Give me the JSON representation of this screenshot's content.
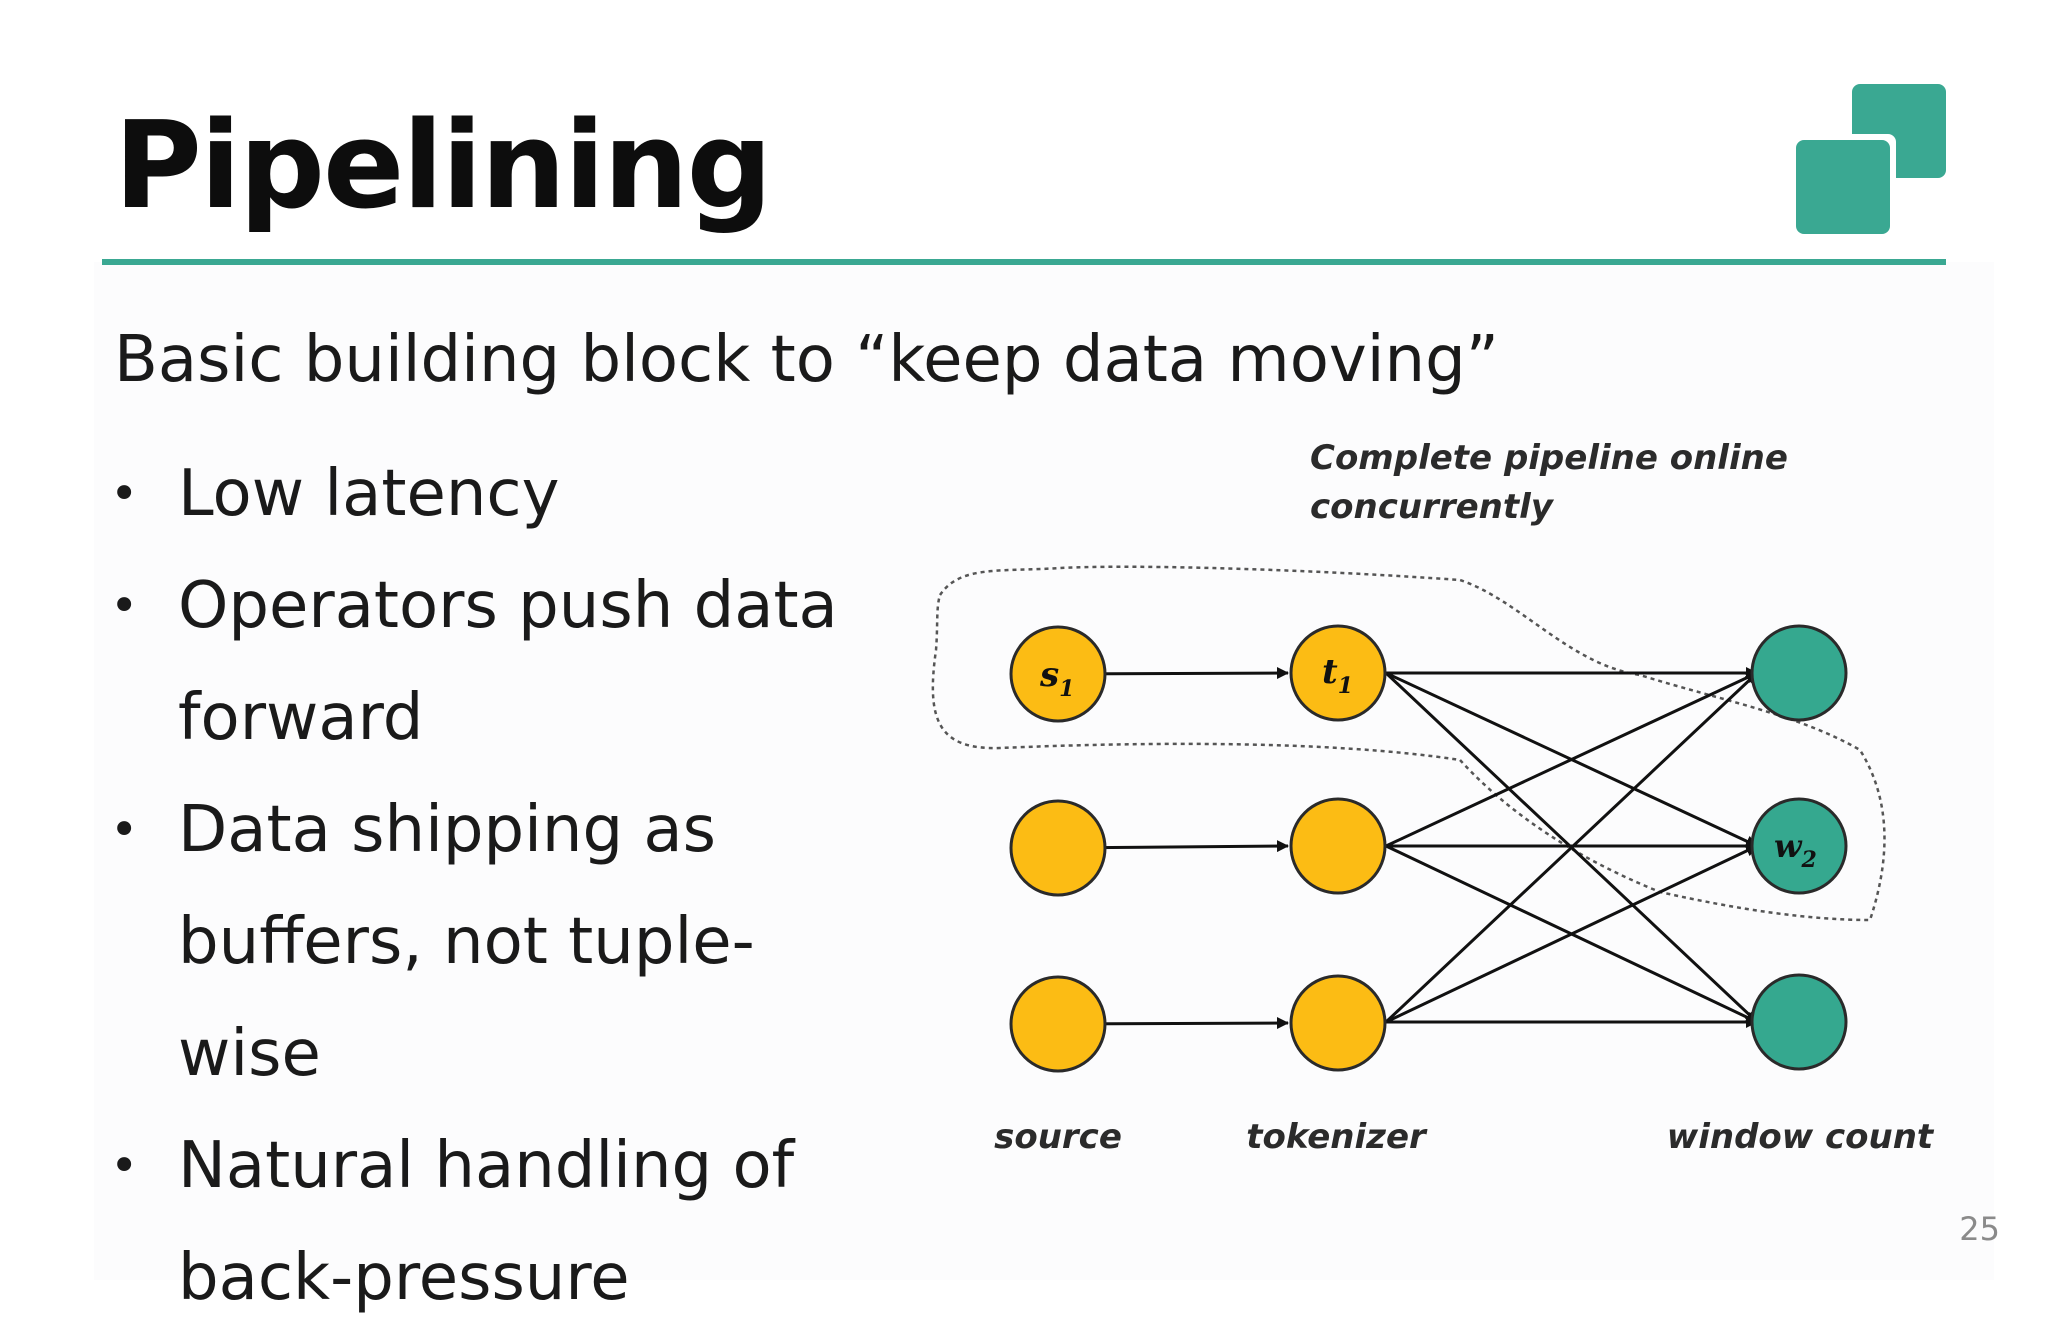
{
  "slide": {
    "title": "Pipelining",
    "subtitle": "Basic building block to “keep data moving”",
    "bullets": [
      "Low latency",
      "Operators push data forward",
      "Data shipping as buffers, not tuple-wise",
      "Natural handling of back-pressure"
    ],
    "page_number": "25"
  },
  "colors": {
    "accent": "#3aa892",
    "source_node": "#fcbc14",
    "window_node": "#35a88f"
  },
  "diagram": {
    "caption_line1": "Complete pipeline online",
    "caption_line2": "concurrently",
    "stage_labels": {
      "source": "source",
      "tokenizer": "tokenizer",
      "window": "window count"
    },
    "node_labels": {
      "s1": "s",
      "s1_sub": "1",
      "t1": "t",
      "t1_sub": "1",
      "w2": "w",
      "w2_sub": "2"
    }
  }
}
